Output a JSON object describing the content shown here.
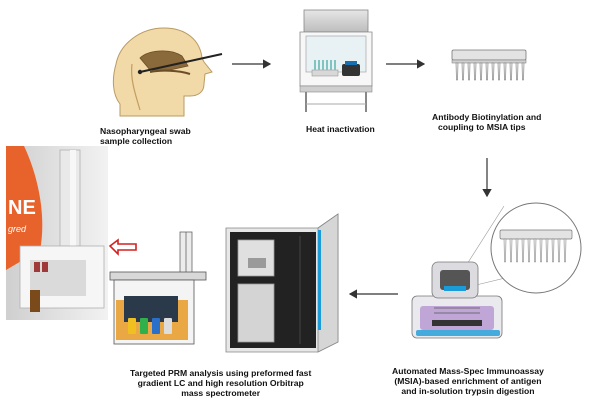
{
  "steps": {
    "swab": {
      "line1": "Nasopharyngeal swab",
      "line2": "sample collection"
    },
    "heat": {
      "line1": "Heat inactivation"
    },
    "antibody": {
      "line1": "Antibody Biotinylation and",
      "line2": "coupling to MSIA tips"
    },
    "msia": {
      "line1": "Automated Mass-Spec Immunoassay",
      "line2": "(MSIA)-based enrichment of antigen",
      "line3": "and in-solution trypsin digestion"
    },
    "prm": {
      "line1": "Targeted PRM analysis using preformed fast",
      "line2": "gradient LC and high resolution Orbitrap",
      "line3": "mass spectrometer"
    }
  },
  "photo": {
    "brand_text": "NE",
    "sub_text": "gred"
  },
  "colors": {
    "arrow": "#333333",
    "callout_arrow": "#d42020",
    "instrument_accent": "#1b9bd7",
    "photo_orange": "#e8622b",
    "robot_purple": "#b79ad1",
    "vial_yellow": "#f0c020",
    "vial_green": "#2fb04a",
    "vial_blue": "#2a70c8"
  }
}
